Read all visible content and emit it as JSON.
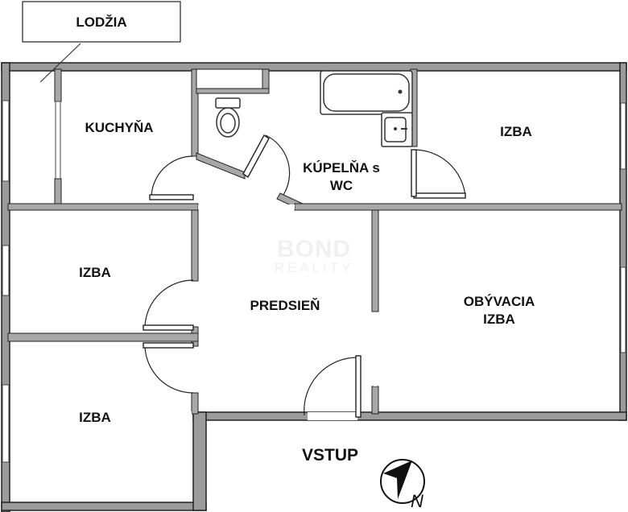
{
  "rooms": {
    "lodzia": "LODŽIA",
    "kuchyna": "KUCHYŇA",
    "kupelna_line1": "KÚPELŇA s",
    "kupelna_line2": "WC",
    "izba_top_right": "IZBA",
    "izba_left_upper": "IZBA",
    "predsien": "PREDSIEŇ",
    "obyvacia_line1": "OBÝVACIA",
    "obyvacia_line2": "IZBA",
    "izba_left_lower": "IZBA",
    "vstup": "VSTUP"
  },
  "compass": {
    "label": "N"
  },
  "watermark": {
    "brand": "BOND",
    "tagline": "REALITY"
  },
  "colors": {
    "wall": "#9b9b9b",
    "outline": "#222222",
    "background": "#ffffff"
  }
}
